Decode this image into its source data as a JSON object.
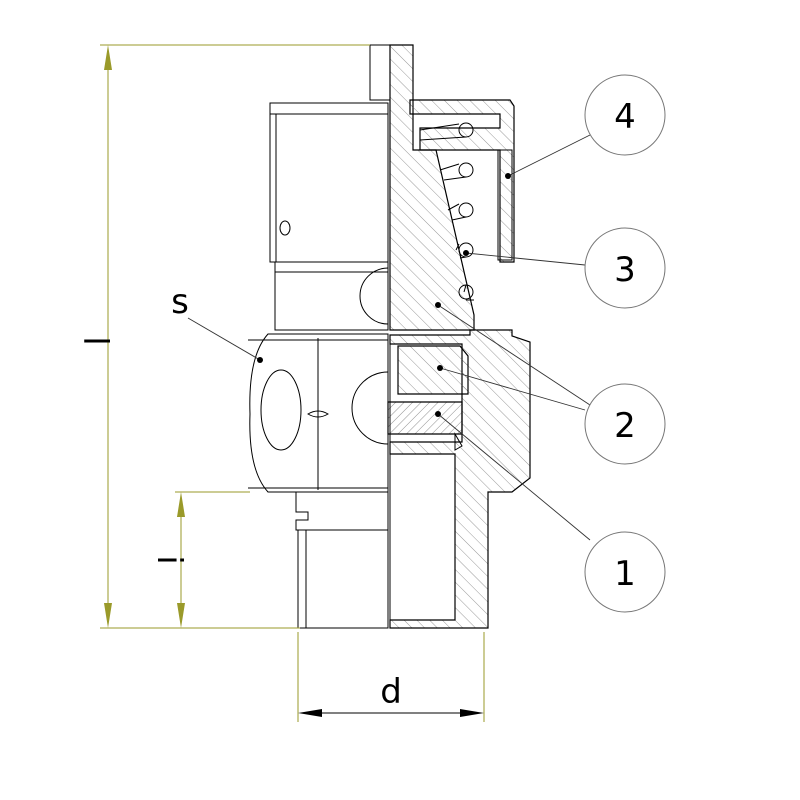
{
  "callouts": [
    {
      "id": "4",
      "label": "4"
    },
    {
      "id": "3",
      "label": "3"
    },
    {
      "id": "2",
      "label": "2"
    },
    {
      "id": "1",
      "label": "1"
    }
  ],
  "dimensions": {
    "length": "l",
    "thread_length": "i",
    "diameter": "d",
    "wrench_size": "s"
  },
  "colors": {
    "dimension_line": "#9a9a2a",
    "outline": "#000000",
    "hatch": "#444444",
    "bubble_stroke": "#777777"
  }
}
